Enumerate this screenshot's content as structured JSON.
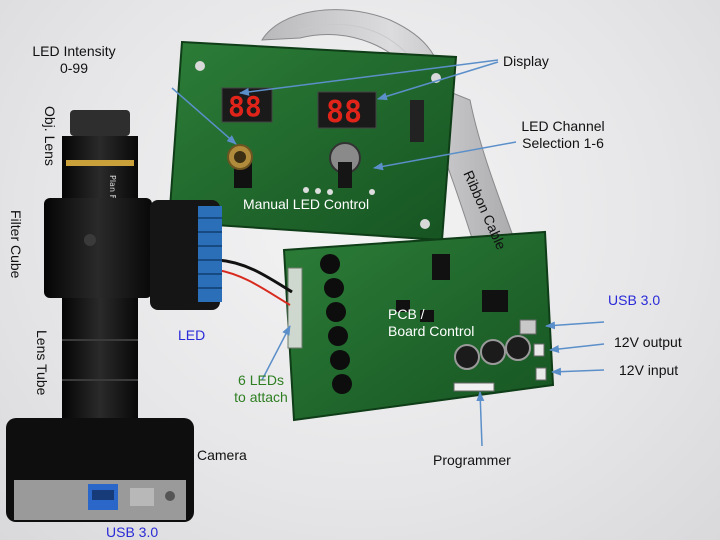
{
  "labels": {
    "led_intensity": "LED Intensity",
    "led_intensity_range": "0-99",
    "display": "Display",
    "led_channel": "LED Channel",
    "led_channel_range": "Selection 1-6",
    "obj_lens": "Obj. Lens",
    "filter_cube": "Filter Cube",
    "lens_tube": "Lens Tube",
    "manual_led_control": "Manual LED Control",
    "ribbon_cable": "Ribbon Cable",
    "led": "LED",
    "pcb": "PCB /",
    "board_control": "Board Control",
    "usb_board": "USB 3.0",
    "out_12v": "12V output",
    "in_12v": "12V input",
    "six_leds": "6 LEDs",
    "to_attach": "to attach",
    "camera": "Camera",
    "programmer": "Programmer",
    "usb_camera": "USB 3.0"
  },
  "colors": {
    "pcb_green": "#1f6a2c",
    "arrow_blue": "#5b8fc9",
    "label_blue": "#2a2ad8",
    "label_green": "#2f7f22",
    "heatsink_blue": "#2a6fb8",
    "led_red": "#e0241a"
  }
}
